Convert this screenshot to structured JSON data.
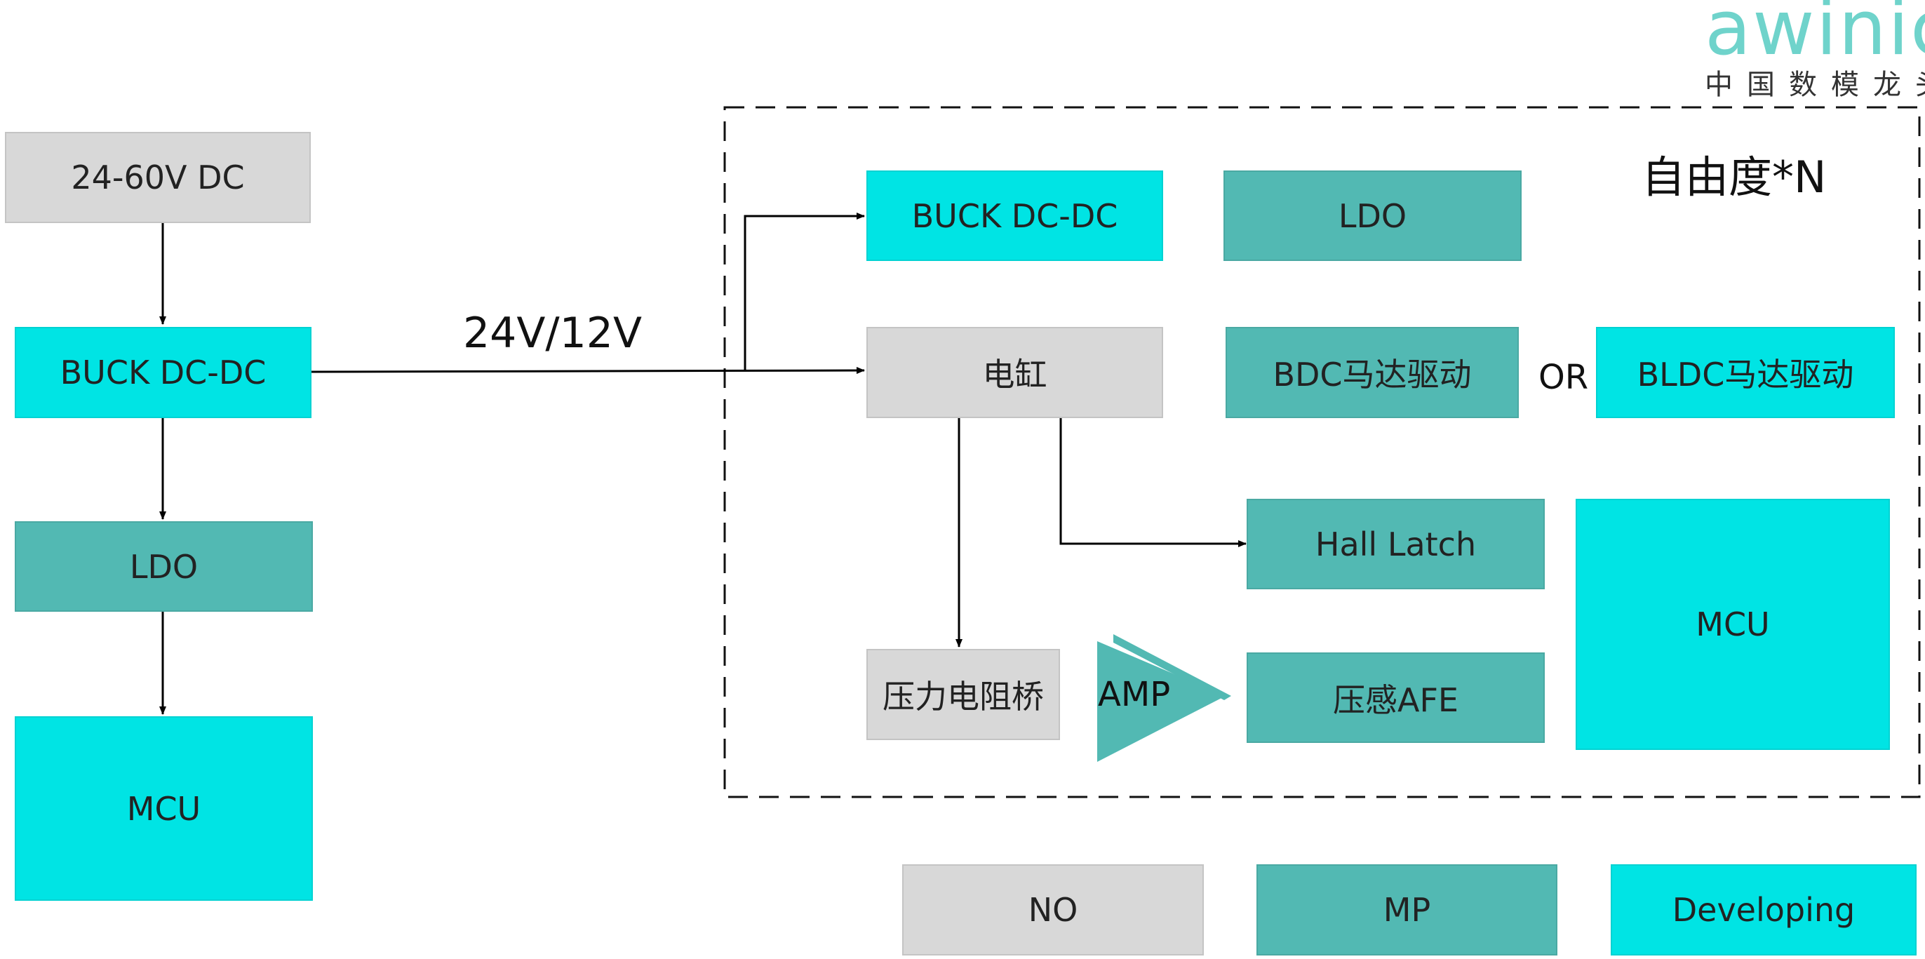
{
  "logo": {
    "brand": "awinic",
    "tagline": "中国数模龙头",
    "color": "#6fd3cb"
  },
  "colors": {
    "no": "#d8d8d8",
    "mp": "#52b9b3",
    "developing": "#00e4e4"
  },
  "left_chain": {
    "supply": "24-60V DC",
    "buck": "BUCK DC-DC",
    "ldo": "LDO",
    "mcu": "MCU"
  },
  "bus_label": "24V/12V",
  "group": {
    "title": "自由度*N",
    "buck": "BUCK DC-DC",
    "ldo": "LDO",
    "cylinder": "电缸",
    "bdc_driver": "BDC马达驱动",
    "or_label": "OR",
    "bldc_driver": "BLDC马达驱动",
    "hall_latch": "Hall Latch",
    "mcu": "MCU",
    "bridge": "压力电阻桥",
    "amp": "AMP",
    "afe": "压感AFE"
  },
  "legend": {
    "no": "NO",
    "mp": "MP",
    "developing": "Developing"
  }
}
